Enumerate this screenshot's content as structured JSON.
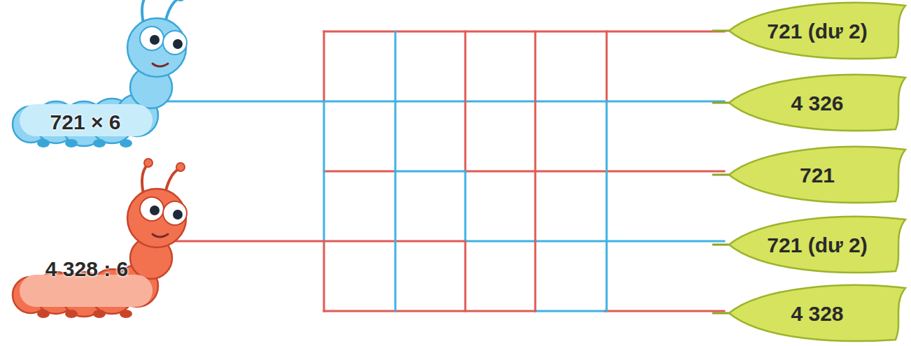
{
  "diagram": {
    "nodes": [
      {
        "text": [
          "721 × 6"
        ]
      },
      {
        "text": [
          "4 328 : 6"
        ]
      },
      {
        "text": [
          "721 (dư 2)"
        ]
      },
      {
        "text": [
          "4 326"
        ]
      },
      {
        "text": [
          "721"
        ]
      },
      {
        "text": [
          "721 (dư 2)"
        ]
      },
      {
        "text": [
          "4 328"
        ]
      }
    ]
  }
}
